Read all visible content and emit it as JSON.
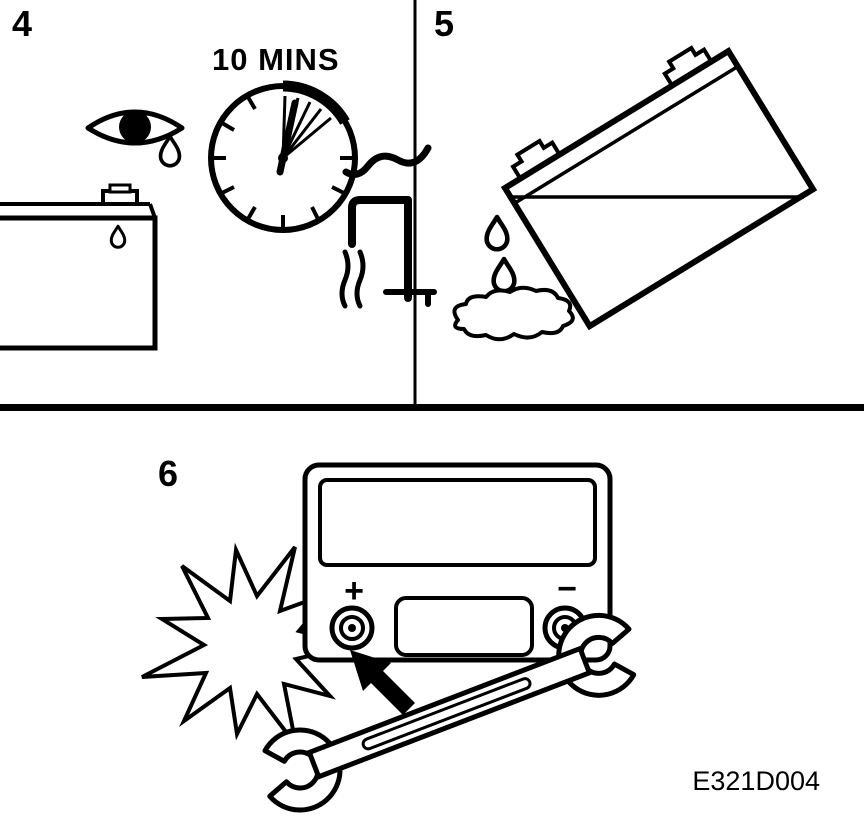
{
  "colors": {
    "ink": "#000000",
    "paper": "#ffffff"
  },
  "figure": {
    "code": "E321D004"
  },
  "panels": {
    "p4": {
      "label": "4",
      "clock_caption": "10 MINS"
    },
    "p5": {
      "label": "5"
    },
    "p6": {
      "label": "6"
    }
  },
  "battery_terminals": {
    "positive": "+",
    "negative": "−"
  }
}
